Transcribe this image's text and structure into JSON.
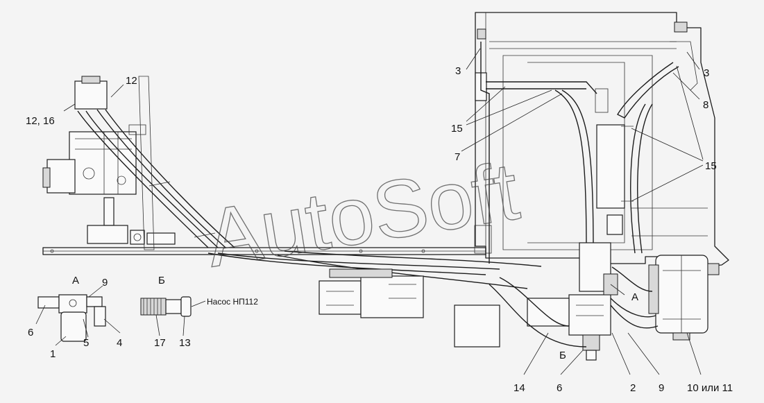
{
  "watermark": "AutoSoft",
  "labels": {
    "l12": "12",
    "l12_16": "12, 16",
    "l3_left": "3",
    "l3_right": "3",
    "l8": "8",
    "l15_left": "15",
    "l15_right": "15",
    "l7": "7",
    "viewA_title": "А",
    "l9_view": "9",
    "l6_view": "6",
    "l5": "5",
    "l4": "4",
    "l1": "1",
    "viewB_title": "Б",
    "l17": "17",
    "l13": "13",
    "pump": "Насос НП112",
    "markA": "А",
    "markB": "Б",
    "l14": "14",
    "l6_main": "6",
    "l2": "2",
    "l9_main": "9",
    "l10_11": "10 или 11"
  }
}
